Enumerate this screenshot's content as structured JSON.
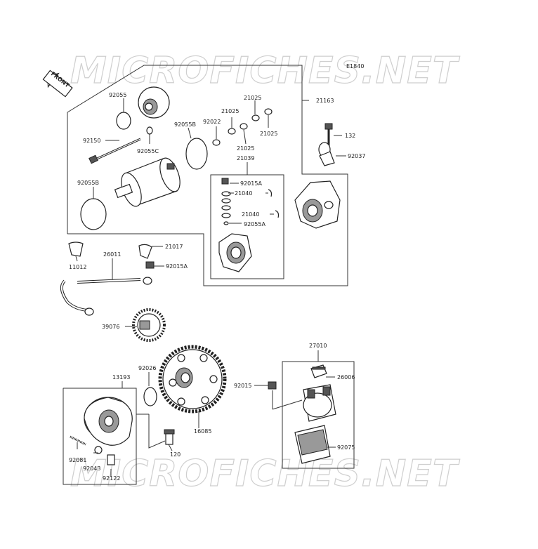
{
  "diagram_code": "E1840",
  "watermark": "MICROFICHES.NET",
  "front_label": "FRONT",
  "parts": {
    "p92055": "92055",
    "p92150": "92150",
    "p92055C": "92055C",
    "p92055B_left": "92055B",
    "p92055B_right": "92055B",
    "p92022": "92022",
    "p21025_a": "21025",
    "p21025_b": "21025",
    "p21025_c": "21025",
    "p21025_d": "21025",
    "p21039": "21039",
    "p21163": "21163",
    "p132": "132",
    "p92037": "92037",
    "p92015A_top": "92015A",
    "p21040_a": "21040",
    "p21040_b": "21040",
    "p92055A": "92055A",
    "p11012": "11012",
    "p26011": "26011",
    "p21017": "21017",
    "p92015A_mid": "92015A",
    "p39076": "39076",
    "p92026": "92026",
    "p13193": "13193",
    "p16085": "16085",
    "p120": "120",
    "p92081": "92081",
    "p92043": "92043",
    "p92122": "92122",
    "p27010": "27010",
    "p26006": "26006",
    "p92015": "92015",
    "p92075": "92075"
  }
}
